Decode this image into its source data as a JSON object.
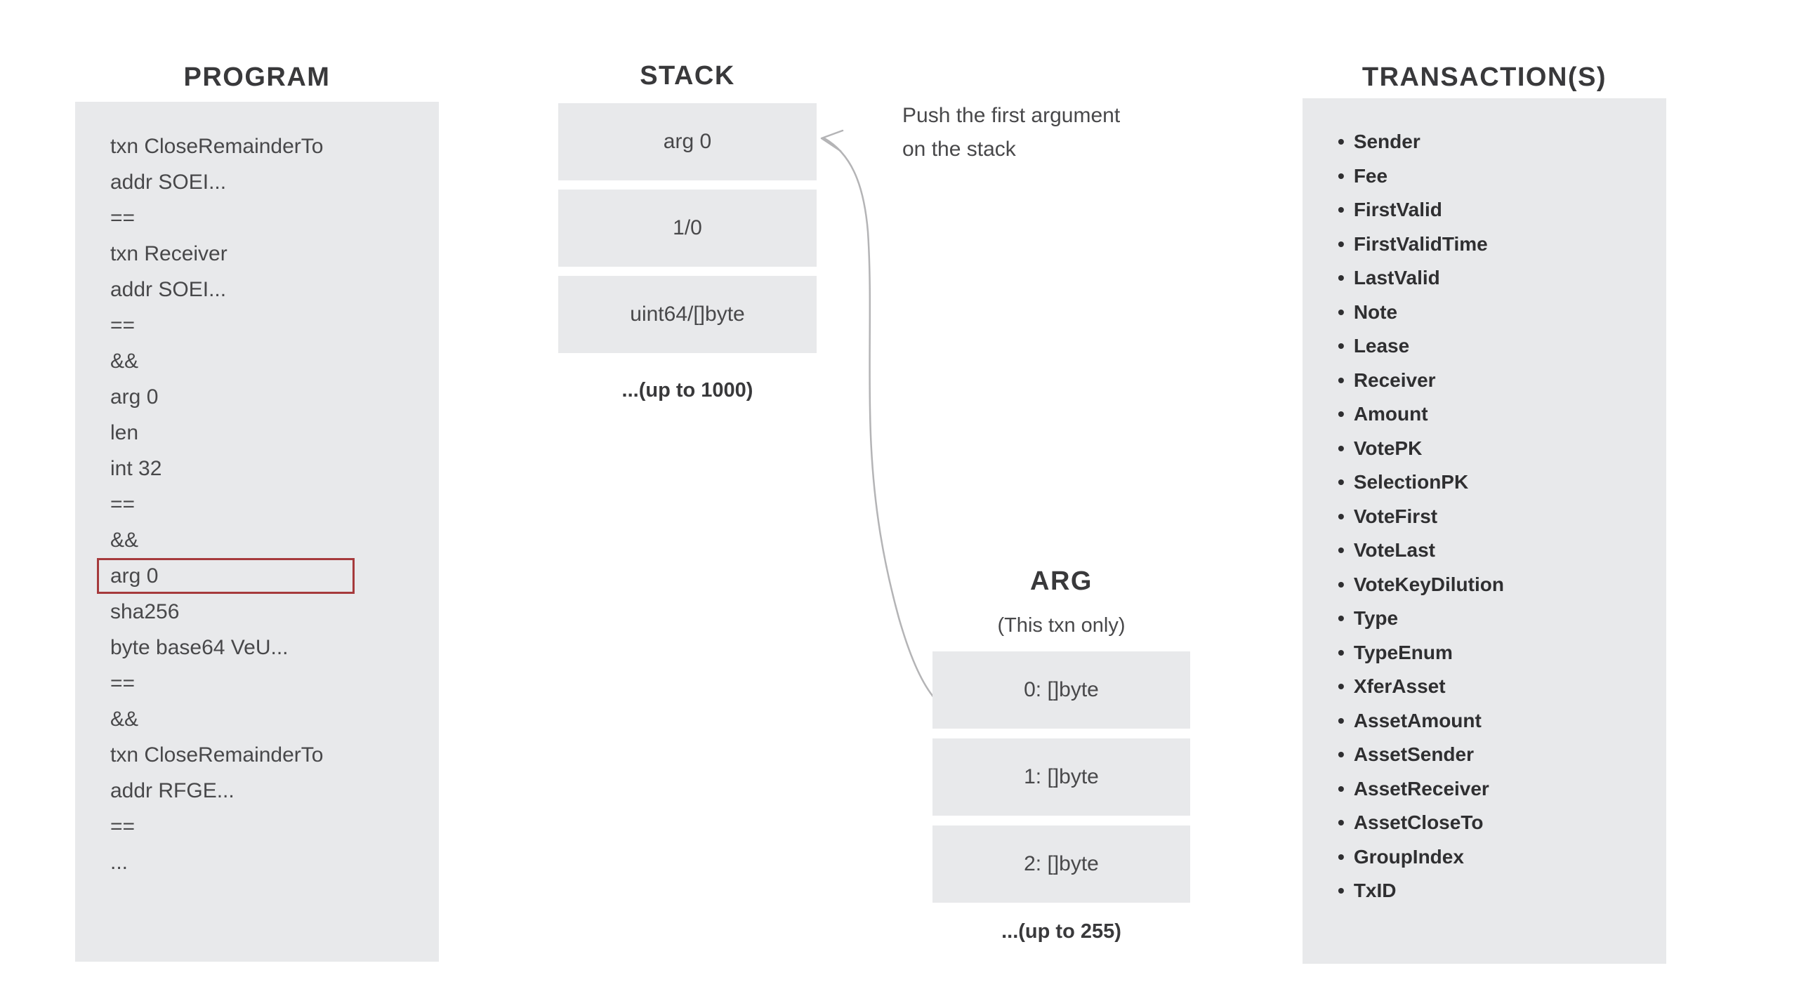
{
  "program": {
    "title": "PROGRAM",
    "lines": [
      {
        "text": "txn CloseRemainderTo",
        "highlighted": false
      },
      {
        "text": "addr SOEI...",
        "highlighted": false
      },
      {
        "text": "==",
        "highlighted": false
      },
      {
        "text": "txn Receiver",
        "highlighted": false
      },
      {
        "text": "addr SOEI...",
        "highlighted": false
      },
      {
        "text": "==",
        "highlighted": false
      },
      {
        "text": "&&",
        "highlighted": false
      },
      {
        "text": "arg 0",
        "highlighted": false
      },
      {
        "text": "len",
        "highlighted": false
      },
      {
        "text": "int 32",
        "highlighted": false
      },
      {
        "text": "==",
        "highlighted": false
      },
      {
        "text": "&&",
        "highlighted": false
      },
      {
        "text": "arg 0",
        "highlighted": true
      },
      {
        "text": "sha256",
        "highlighted": false
      },
      {
        "text": "byte base64 VeU...",
        "highlighted": false
      },
      {
        "text": "==",
        "highlighted": false
      },
      {
        "text": "&&",
        "highlighted": false
      },
      {
        "text": "txn CloseRemainderTo",
        "highlighted": false
      },
      {
        "text": "addr RFGE...",
        "highlighted": false
      },
      {
        "text": "==",
        "highlighted": false
      },
      {
        "text": "...",
        "highlighted": false
      }
    ]
  },
  "stack": {
    "title": "STACK",
    "items": [
      "arg 0",
      "1/0",
      "uint64/[]byte"
    ],
    "caption": "...(up to 1000)"
  },
  "annotation": {
    "line1": "Push the first argument",
    "line2": "on the stack"
  },
  "arg": {
    "title": "ARG",
    "subtitle": "(This txn only)",
    "items": [
      "0: []byte",
      "1: []byte",
      "2: []byte"
    ],
    "caption": "...(up to 255)"
  },
  "transactions": {
    "title": "TRANSACTION(S)",
    "bullet": "•",
    "fields": [
      "Sender",
      "Fee",
      "FirstValid",
      "FirstValidTime",
      "LastValid",
      "Note",
      "Lease",
      "Receiver",
      "Amount",
      "VotePK",
      "SelectionPK",
      "VoteFirst",
      "VoteLast",
      "VoteKeyDilution",
      "Type",
      "TypeEnum",
      "XferAsset",
      "AssetAmount",
      "AssetSender",
      "AssetReceiver",
      "AssetCloseTo",
      "GroupIndex",
      "TxID"
    ]
  },
  "colors": {
    "panel": "#e8e9eb",
    "highlight": "#a63a3c",
    "arrow": "#b4b4b6",
    "title": "#39393b",
    "text": "#48484a",
    "text_strong": "#2f2f31",
    "bg": "#ffffff"
  }
}
